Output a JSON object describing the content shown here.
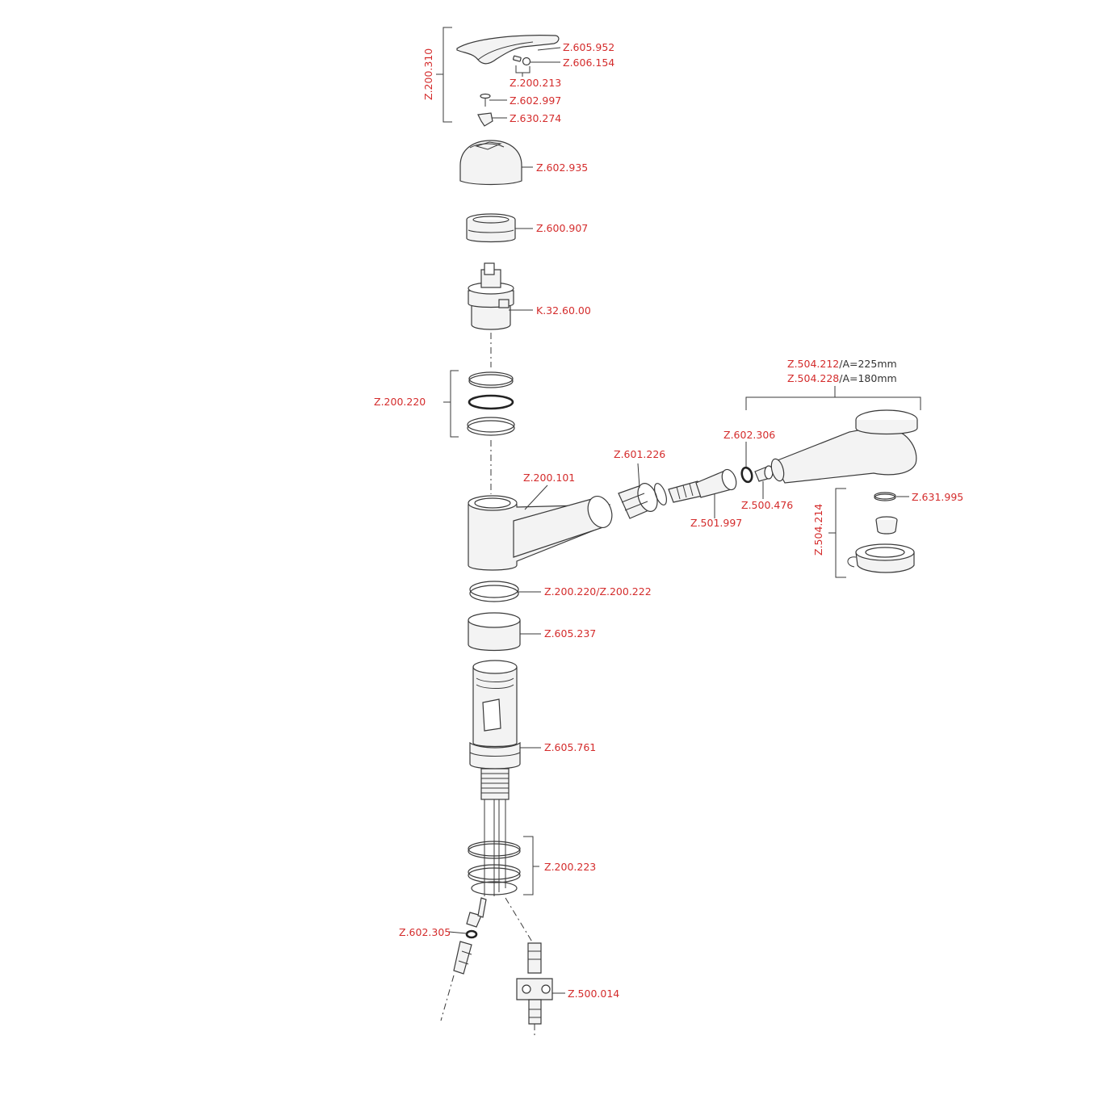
{
  "colors": {
    "label": "#d42c2c",
    "line": "#3a3a3a",
    "text_dark": "#333333"
  },
  "labels": {
    "z605952": "Z.605.952",
    "z606154": "Z.606.154",
    "z200213": "Z.200.213",
    "z602997": "Z.602.997",
    "z630274": "Z.630.274",
    "z200310": "Z.200.310",
    "z602935": "Z.602.935",
    "z600907": "Z.600.907",
    "k326000": "K.32.60.00",
    "z200220": "Z.200.220",
    "z504212": "Z.504.212",
    "z504212_suffix": "/A=225mm",
    "z504228": "Z.504.228",
    "z504228_suffix": "/A=180mm",
    "z602306": "Z.602.306",
    "z601226": "Z.601.226",
    "z200101": "Z.200.101",
    "z631995": "Z.631.995",
    "z500476": "Z.500.476",
    "z501997": "Z.501.997",
    "z504214": "Z.504.214",
    "z200220_222": "Z.200.220/Z.200.222",
    "z605237": "Z.605.237",
    "z605761": "Z.605.761",
    "z200223": "Z.200.223",
    "z602305": "Z.602.305",
    "z500014": "Z.500.014"
  }
}
